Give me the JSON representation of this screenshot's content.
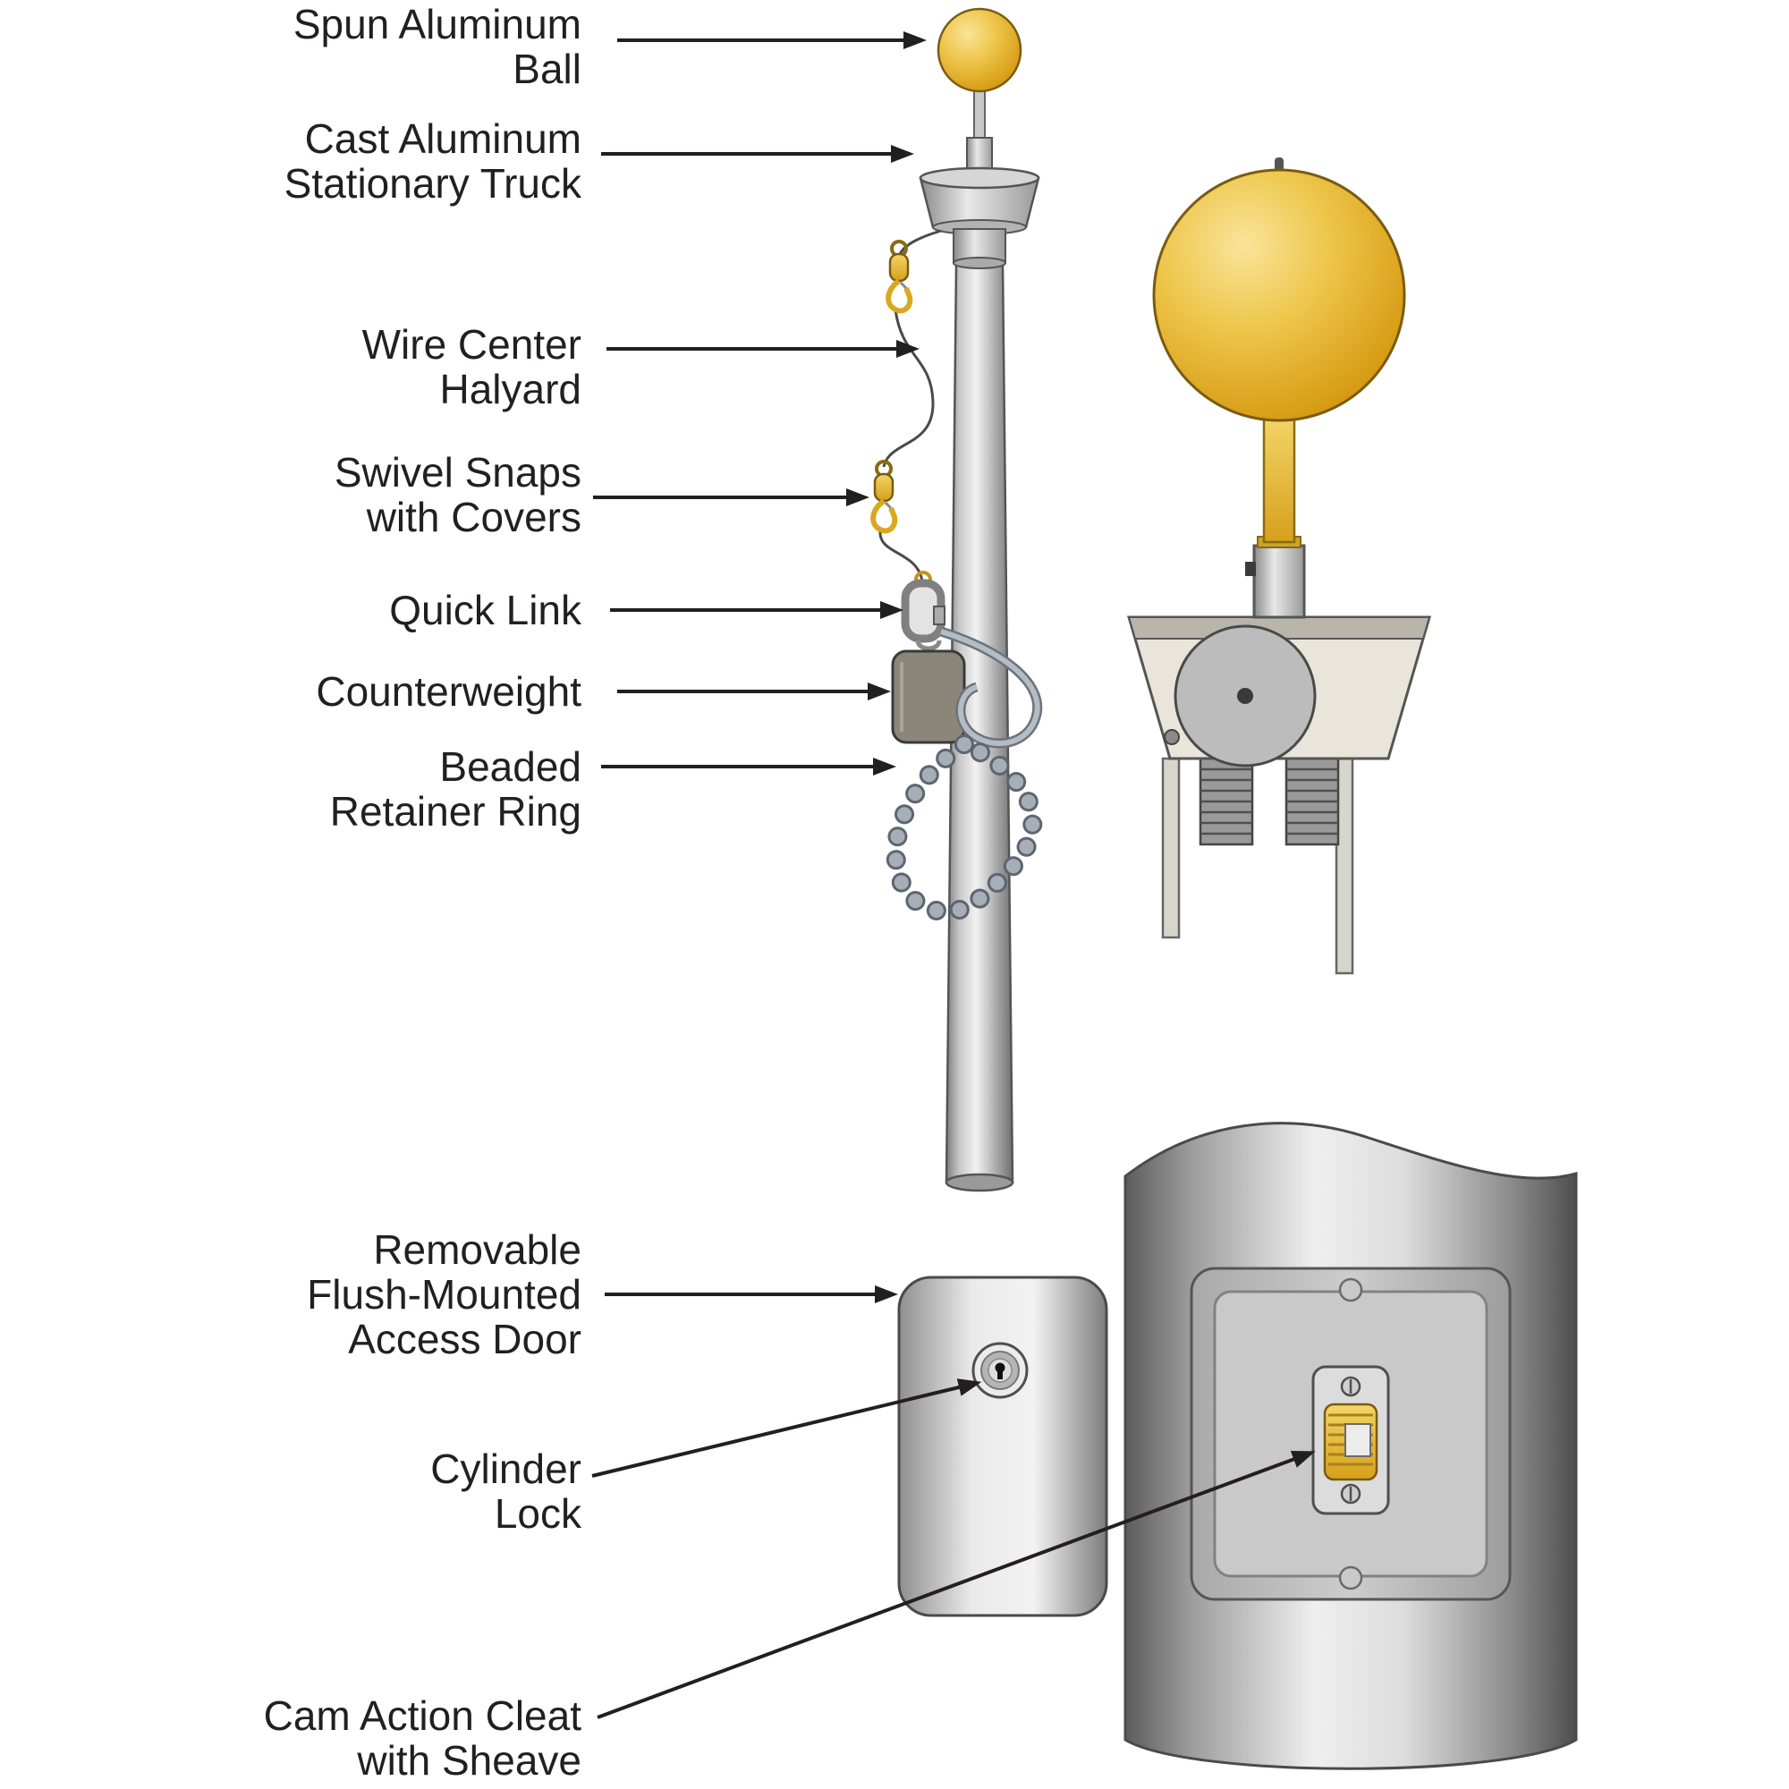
{
  "figure": {
    "type": "technical-diagram",
    "subject": "Internal halyard flagpole component diagram"
  },
  "palette": {
    "gold": "#E9BC3F",
    "gold_dark": "#C2951C",
    "metal_light": "#EDEDED",
    "metal_dark": "#6E6E6E",
    "outline": "#4A4A4A",
    "text": "#231F20",
    "counterweight": "#8C8579",
    "background": "#FFFFFF"
  },
  "labels": [
    {
      "id": "spun-aluminum-ball",
      "text": "Spun Aluminum\nBall"
    },
    {
      "id": "cast-aluminum-stationary-truck",
      "text": "Cast Aluminum\nStationary Truck"
    },
    {
      "id": "wire-center-halyard",
      "text": "Wire Center\nHalyard"
    },
    {
      "id": "swivel-snaps-with-covers",
      "text": "Swivel Snaps\nwith Covers"
    },
    {
      "id": "quick-link",
      "text": "Quick Link"
    },
    {
      "id": "counterweight",
      "text": "Counterweight"
    },
    {
      "id": "beaded-retainer-ring",
      "text": "Beaded\nRetainer Ring"
    },
    {
      "id": "removable-flush-mounted-access-door",
      "text": "Removable\nFlush-Mounted\nAccess Door"
    },
    {
      "id": "cylinder-lock",
      "text": "Cylinder\nLock"
    },
    {
      "id": "cam-action-cleat-with-sheave",
      "text": "Cam Action Cleat\nwith Sheave"
    }
  ]
}
